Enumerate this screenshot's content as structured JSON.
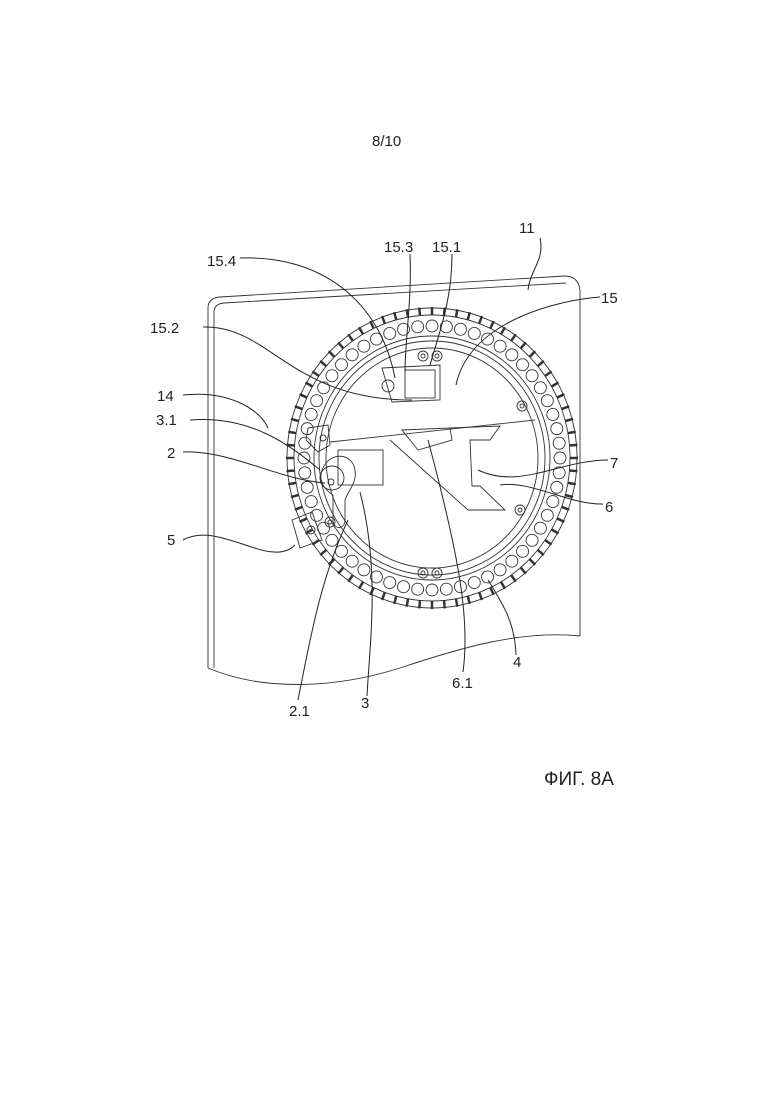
{
  "page_number": "8/10",
  "figure_caption": "ФИГ. 8А",
  "labels": {
    "l11": "11",
    "l15_3": "15.3",
    "l15_1": "15.1",
    "l15_4": "15.4",
    "l15": "15",
    "l15_2": "15.2",
    "l14": "14",
    "l3_1": "3.1",
    "l2": "2",
    "l7": "7",
    "l6": "6",
    "l5": "5",
    "l2_1": "2.1",
    "l3": "3",
    "l6_1": "6.1",
    "l4": "4"
  }
}
